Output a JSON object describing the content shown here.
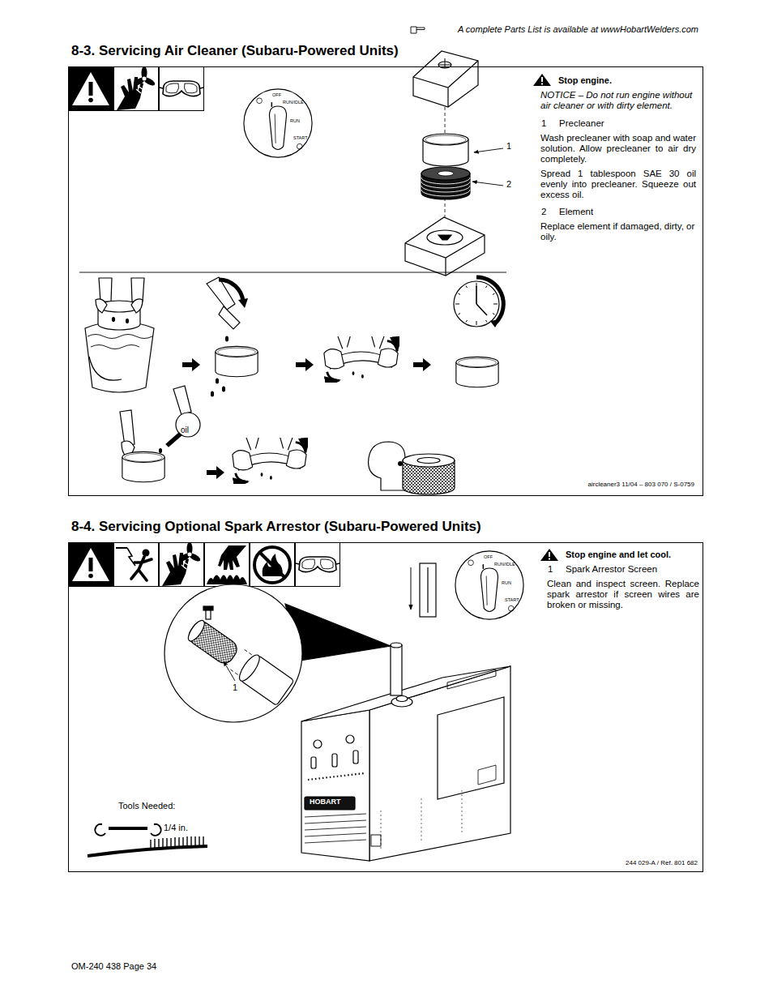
{
  "diagram": {
    "nodes": [
      {
        "text": [
          "8-3. Servicing Air Cleaner (Subaru-Powered Units)",
          "Stop engine.",
          "NOTICE – Do not run engine without air cleaner or with dirty element.",
          "1",
          "Precleaner",
          "Wash precleaner with soap and water solution. Allow precleaner to air dry completely.",
          "Spread 1 tablespoon SAE 30 oil evenly into precleaner. Squeeze out excess oil.",
          "2",
          "Element",
          "Replace element if damaged, dirty, or oily.",
          "aircleaner3 11/04 – 803 070 / S-0759"
        ]
      },
      {
        "text": [
          "8-4. Servicing Optional Spark Arrestor (Subaru-Powered Units)",
          "Stop engine and let cool.",
          "1",
          "Spark Arrestor Screen",
          "Clean and inspect screen. Replace spark arrestor if screen wires are broken or missing.",
          "Tools Needed:",
          "1/4 in.",
          "244 029-A / Ref. 801 682"
        ]
      }
    ],
    "labels": [
      "A complete Parts List is available at wwwHobartWelders.com",
      "OFF",
      "RUN/IDLE",
      "RUN",
      "START",
      "1",
      "2",
      "oil",
      "OFF",
      "RUN/IDLE",
      "RUN",
      "START",
      "1",
      "HOBART",
      "OM-240 438 Page 34"
    ]
  }
}
